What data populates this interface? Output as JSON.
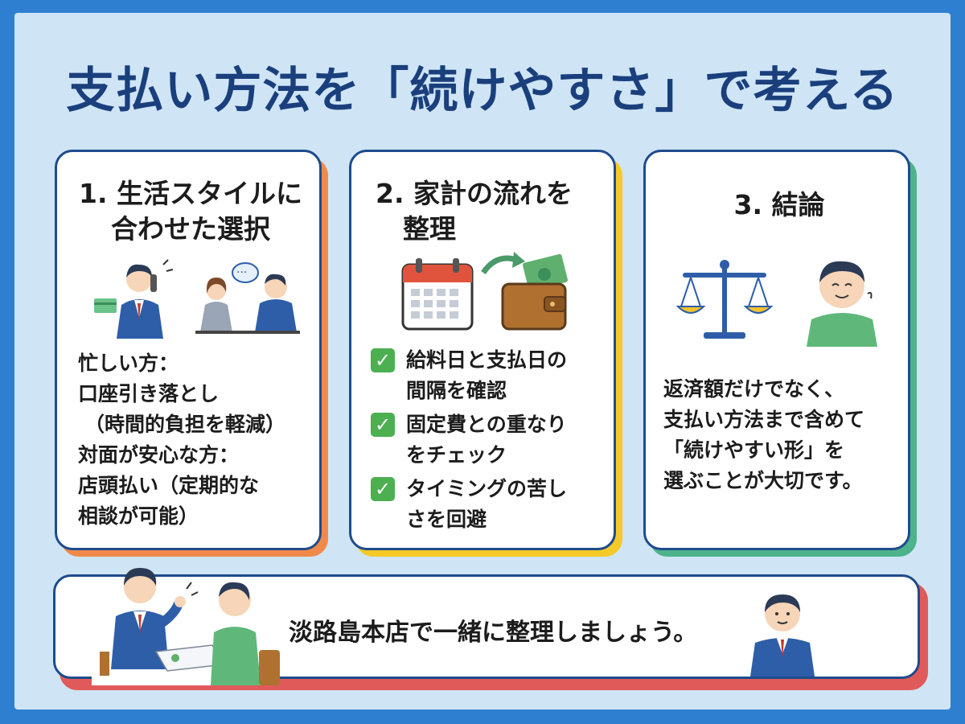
{
  "title": "支払い方法を「続けやすさ」で考える",
  "cards": [
    {
      "title_line1": "1. 生活スタイルに",
      "title_line2": "合わせた選択",
      "lines": [
        "忙しい方：",
        "口座引き落とし",
        "（時間的負担を軽減）",
        "対面が安心な方：",
        "店頭払い（定期的な",
        "相談が可能）"
      ],
      "shadow_color": "#f08a4b"
    },
    {
      "title_line1": "2. 家計の流れを",
      "title_line2": "整理",
      "checks": [
        {
          "line1": "給料日と支払日の",
          "line2": "間隔を確認"
        },
        {
          "line1": "固定費との重なり",
          "line2": "をチェック"
        },
        {
          "line1": "タイミングの苦し",
          "line2": "さを回避"
        }
      ],
      "shadow_color": "#f5c928"
    },
    {
      "title_line1": "3. 結論",
      "lines": [
        "返済額だけでなく、",
        "支払い方法まで含めて",
        "「続けやすい形」を",
        "選ぶことが大切です。"
      ],
      "shadow_color": "#4db38a"
    }
  ],
  "bottom": {
    "text": "淡路島本店で一緒に整理しましょう。",
    "shadow_color": "#e05a5a"
  },
  "icons": [
    "phone-caller-icon",
    "face-to-face-consultation-icon",
    "calendar-icon",
    "wallet-money-icon",
    "balance-scale-icon",
    "smiling-person-icon",
    "advisor-meeting-icon",
    "staff-portrait-icon"
  ]
}
